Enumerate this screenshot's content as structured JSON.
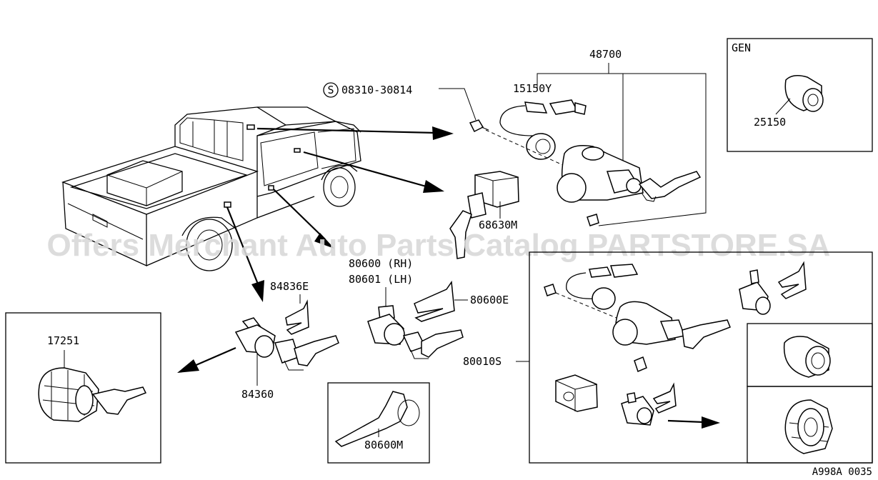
{
  "labels": {
    "bolt": "08310-30814",
    "bolt_symbol": "S",
    "ignition_set": "48700",
    "switch": "15150Y",
    "gen_title": "GEN",
    "gen_part": "25150",
    "glove_lock": "68630M",
    "door_rh": "80600 (RH)",
    "door_lh": "80601 (LH)",
    "door_clip": "80600E",
    "tail_clip": "84836E",
    "tail_cyl": "84360",
    "fuel_cap": "17251",
    "key_blank": "80600M",
    "key_set": "80010S",
    "diagram_code": "A998A 0035"
  },
  "watermark": "Offers Merchant Auto Parts Catalog PARTSTORE.SA"
}
